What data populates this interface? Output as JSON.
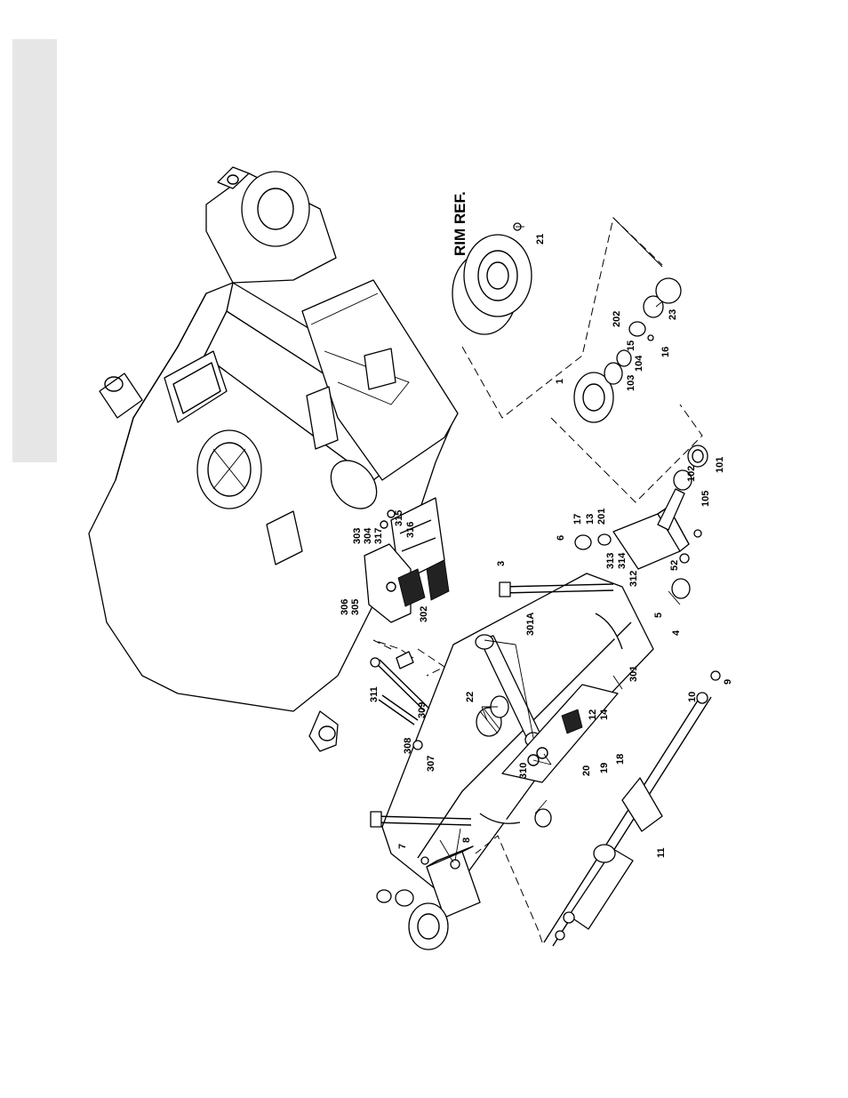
{
  "diagram": {
    "heading": "RIM REF.",
    "part_labels": [
      "21",
      "202",
      "23",
      "15",
      "16",
      "104",
      "103",
      "1",
      "102",
      "101",
      "105",
      "6",
      "17",
      "13",
      "201",
      "52",
      "313",
      "314",
      "312",
      "315",
      "316",
      "317",
      "304",
      "303",
      "306",
      "305",
      "302",
      "3",
      "5",
      "4",
      "301A",
      "22",
      "12",
      "14",
      "301",
      "10",
      "9",
      "311",
      "309",
      "308",
      "307",
      "310",
      "20",
      "19",
      "18",
      "11",
      "8",
      "7"
    ]
  }
}
